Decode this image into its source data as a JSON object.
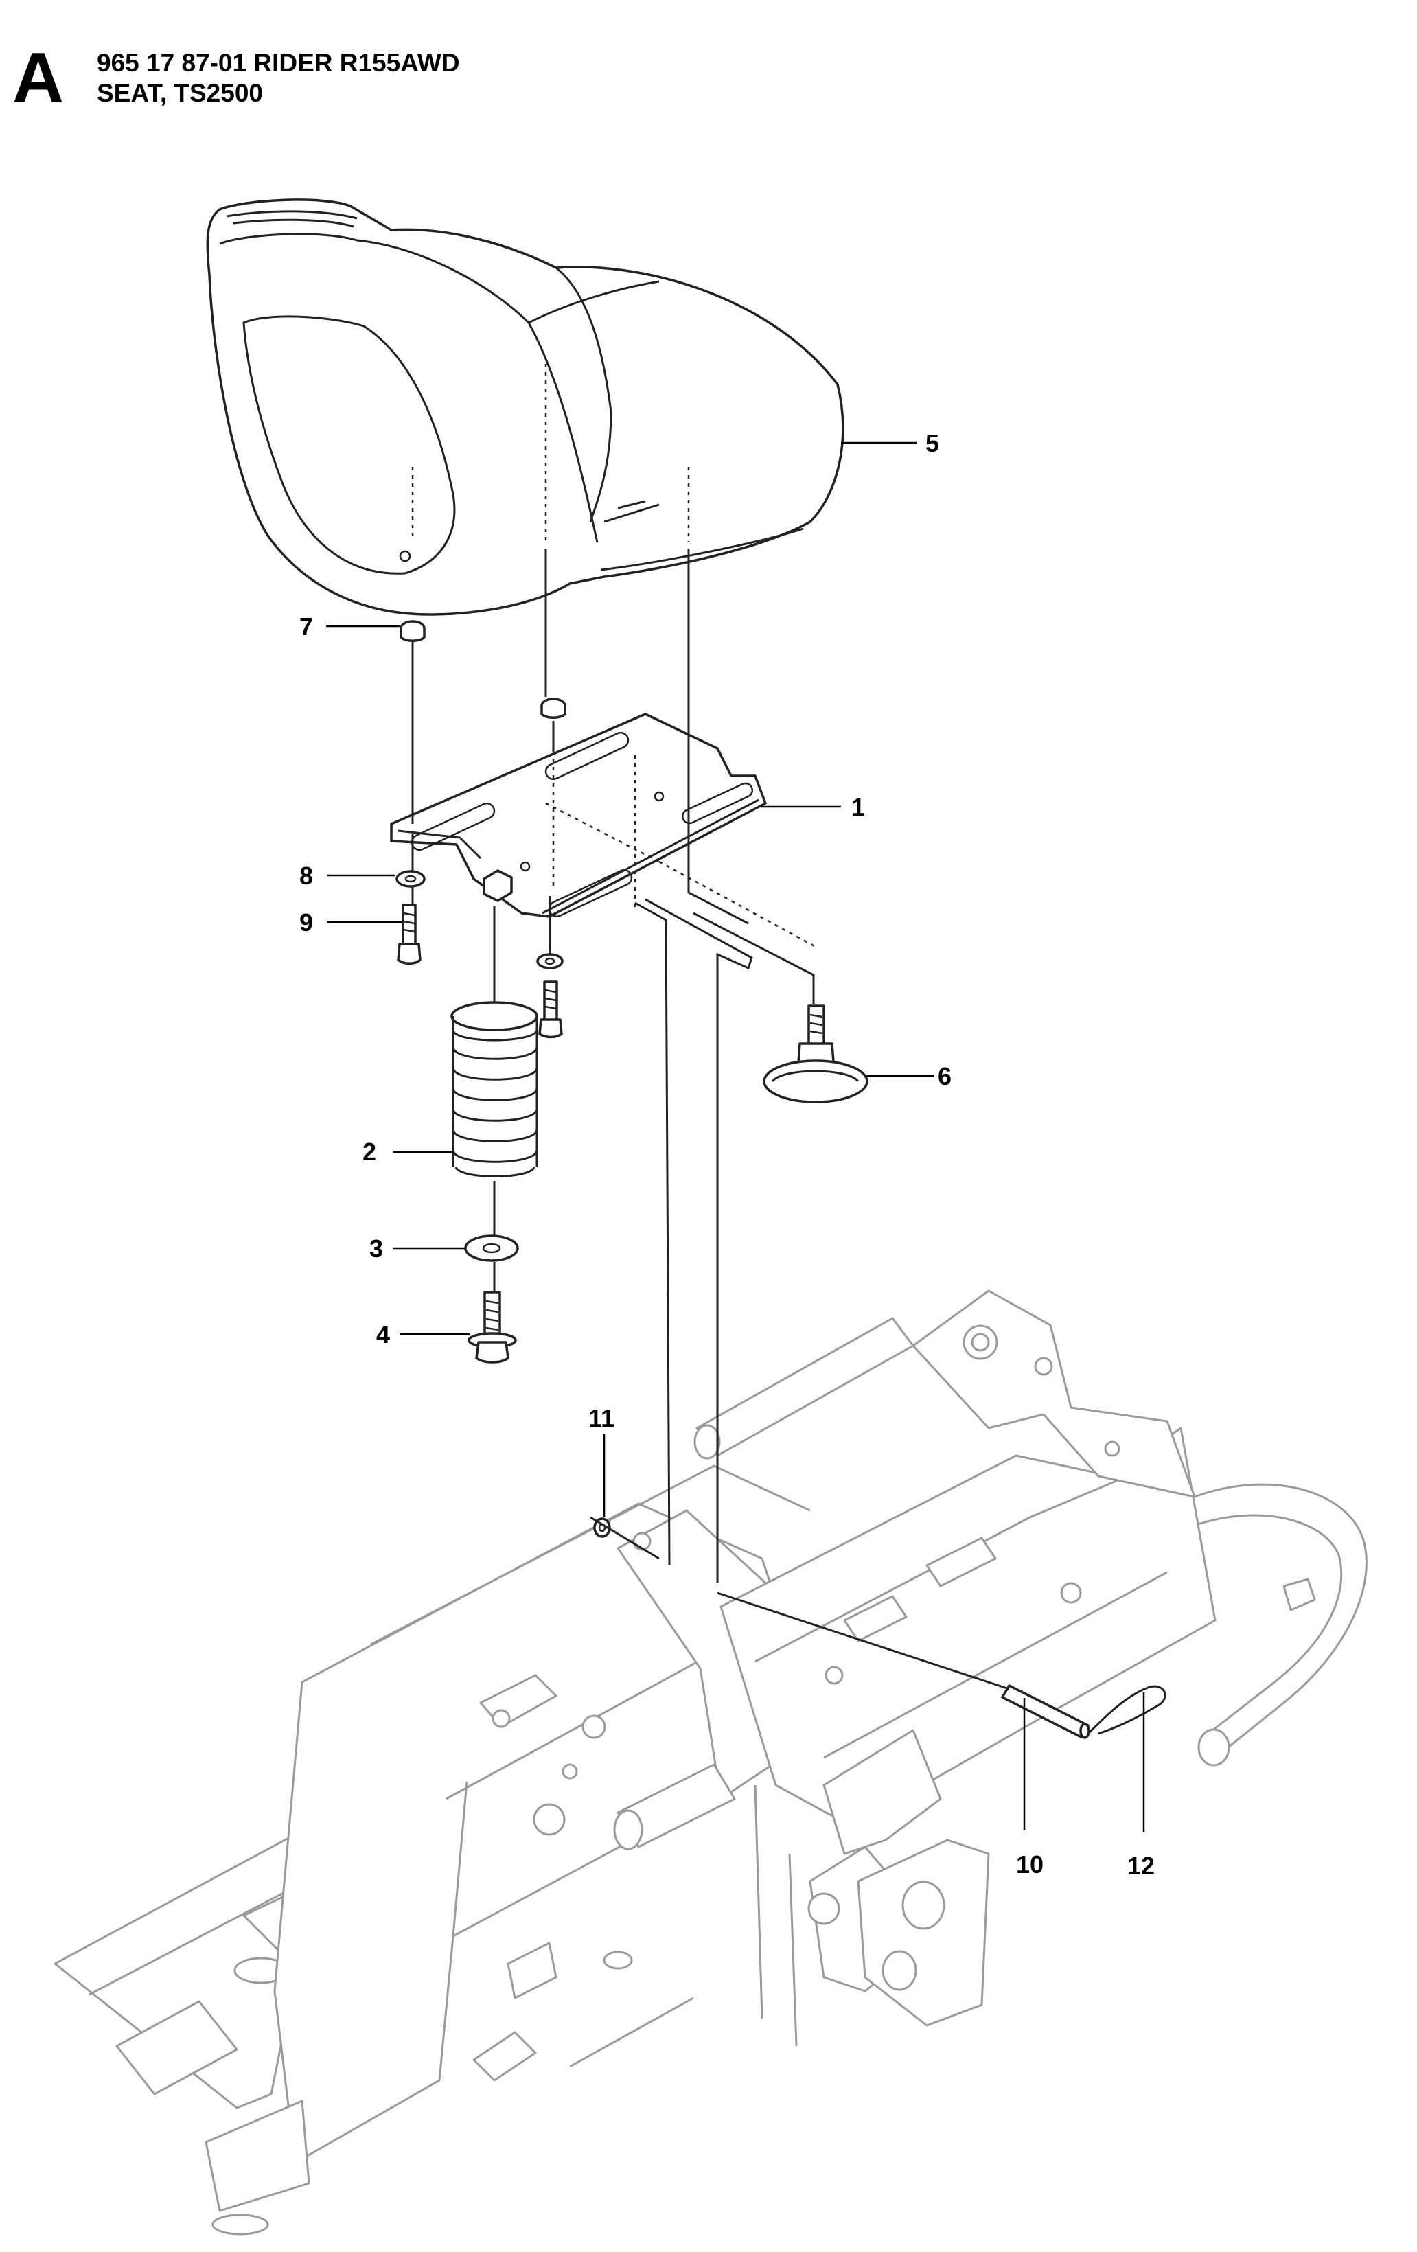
{
  "header": {
    "section_letter": "A",
    "title_line1": "965 17 87-01 RIDER R155AWD",
    "title_line2": "SEAT, TS2500"
  },
  "callouts": [
    {
      "id": "1",
      "label": "1"
    },
    {
      "id": "2",
      "label": "2"
    },
    {
      "id": "3",
      "label": "3"
    },
    {
      "id": "4",
      "label": "4"
    },
    {
      "id": "5",
      "label": "5"
    },
    {
      "id": "6",
      "label": "6"
    },
    {
      "id": "7",
      "label": "7"
    },
    {
      "id": "8",
      "label": "8"
    },
    {
      "id": "9",
      "label": "9"
    },
    {
      "id": "10",
      "label": "10"
    },
    {
      "id": "11",
      "label": "11"
    },
    {
      "id": "12",
      "label": "12"
    }
  ]
}
